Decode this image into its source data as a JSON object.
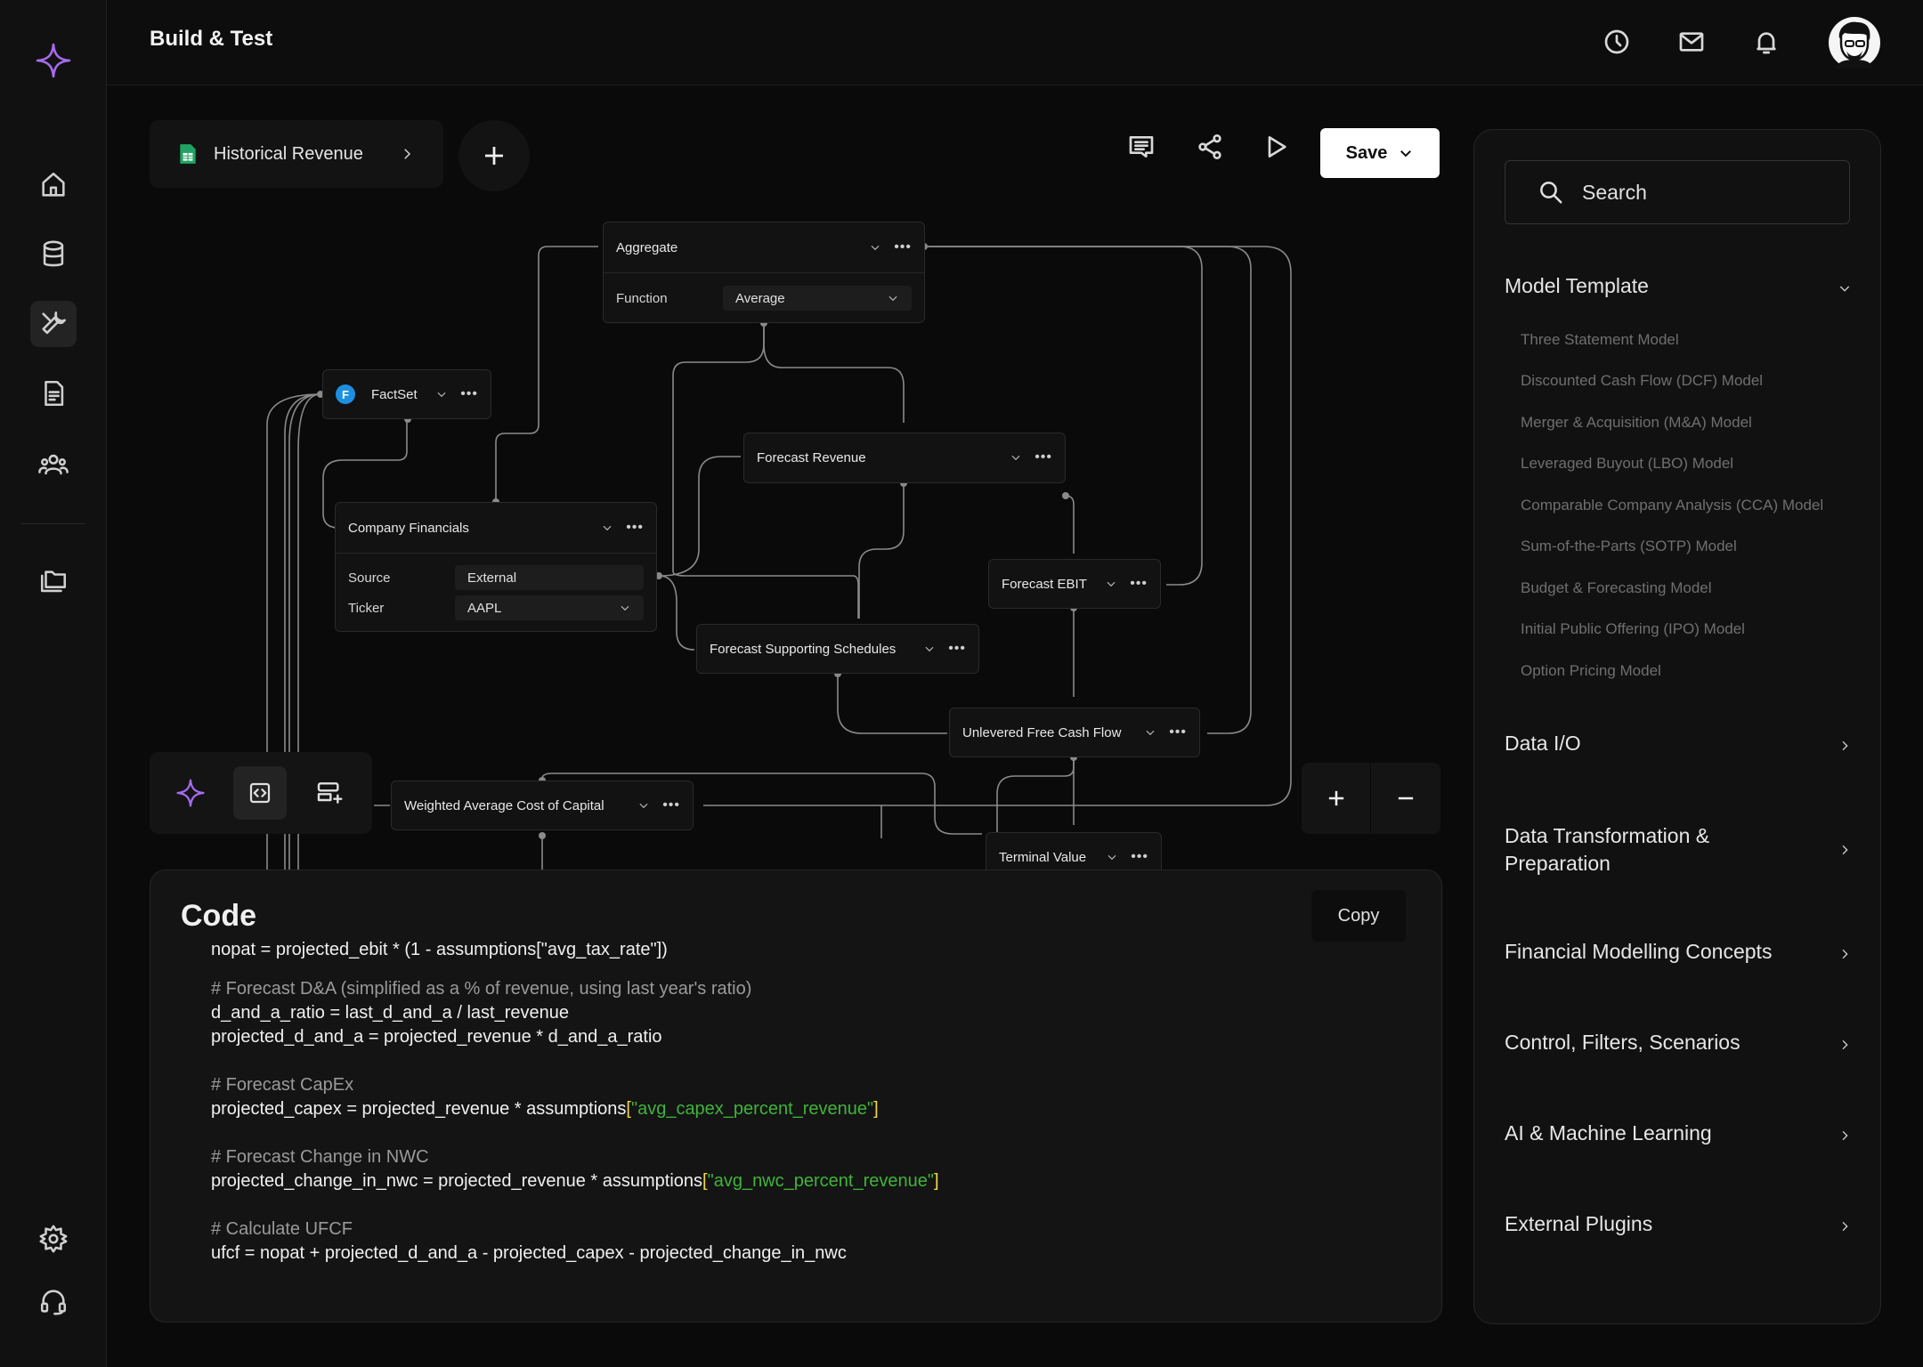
{
  "app": {
    "title": "Build & Test"
  },
  "colors": {
    "accent": "#a86bf0",
    "background": "#0a0a0a",
    "string": "#3fb43a",
    "bracket": "#f2d64b"
  },
  "sidebar": {
    "items": [
      {
        "name": "home",
        "icon": "home-icon"
      },
      {
        "name": "database",
        "icon": "database-icon"
      },
      {
        "name": "build",
        "icon": "wrench-icon",
        "active": true
      },
      {
        "name": "documents",
        "icon": "document-icon"
      },
      {
        "name": "team",
        "icon": "users-icon"
      },
      {
        "name": "files",
        "icon": "folders-icon"
      }
    ],
    "bottom": [
      {
        "name": "settings",
        "icon": "gear-icon"
      },
      {
        "name": "support",
        "icon": "headset-icon"
      }
    ]
  },
  "header": {
    "icons": [
      "clock-icon",
      "mail-icon",
      "bell-icon"
    ]
  },
  "toolbar": {
    "source_label": "Historical Revenue",
    "save_label": "Save"
  },
  "nodes": {
    "aggregate": {
      "title": "Aggregate",
      "function_label": "Function",
      "function_value": "Average"
    },
    "factset": {
      "title": "FactSet",
      "badge": "F"
    },
    "company_financials": {
      "title": "Company Financials",
      "source_label": "Source",
      "source_value": "External",
      "ticker_label": "Ticker",
      "ticker_value": "AAPL"
    },
    "forecast_revenue": {
      "title": "Forecast Revenue"
    },
    "forecast_ebit": {
      "title": "Forecast EBIT"
    },
    "forecast_schedules": {
      "title": "Forecast Supporting Schedules"
    },
    "ufcf": {
      "title": "Unlevered Free Cash Flow"
    },
    "wacc": {
      "title": "Weighted Average Cost of Capital"
    },
    "terminal_value": {
      "title": "Terminal Value"
    }
  },
  "code": {
    "title": "Code",
    "copy_label": "Copy",
    "lines": {
      "l0": "nopat = projected_ebit * (1 - assumptions[\"avg_tax_rate\"])",
      "l1": "# Forecast D&A (simplified as a % of revenue, using last year's ratio)",
      "l2": "d_and_a_ratio = last_d_and_a / last_revenue",
      "l3": "projected_d_and_a = projected_revenue * d_and_a_ratio",
      "l4": "# Forecast CapEx",
      "l5a": "projected_capex = projected_revenue * assumptions",
      "l5b": "\"avg_capex_percent_revenue\"",
      "l6": "# Forecast Change in NWC",
      "l7a": "projected_change_in_nwc = projected_revenue * assumptions",
      "l7b": "\"avg_nwc_percent_revenue\"",
      "l8": "# Calculate UFCF",
      "l9": "ufcf = nopat + projected_d_and_a - projected_capex - projected_change_in_nwc",
      "open": "[",
      "close": "]"
    }
  },
  "right_panel": {
    "search_placeholder": "Search",
    "model_template": {
      "title": "Model Template",
      "items": [
        "Three Statement Model",
        "Discounted Cash Flow (DCF) Model",
        "Merger & Acquisition (M&A) Model",
        "Leveraged Buyout (LBO) Model",
        "Comparable Company Analysis (CCA) Model",
        "Sum-of-the-Parts (SOTP) Model",
        "Budget & Forecasting Model",
        "Initial Public Offering (IPO) Model",
        "Option Pricing Model"
      ]
    },
    "sections": [
      "Data I/O",
      "Data Transformation &",
      "Preparation",
      "Financial Modelling Concepts",
      "Control, Filters, Scenarios",
      "AI & Machine Learning",
      "External Plugins"
    ]
  }
}
